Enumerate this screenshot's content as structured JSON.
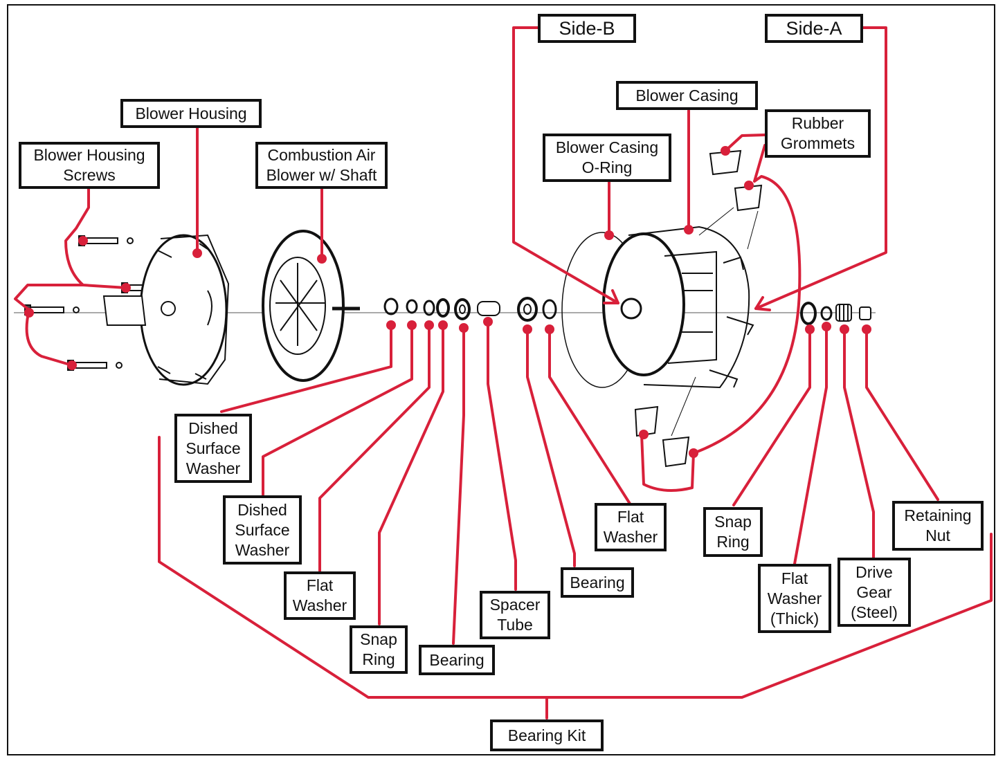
{
  "diagram": {
    "leader_color": "#d8203a",
    "outline_color": "#111111",
    "labels": {
      "side_b": "Side-B",
      "side_a": "Side-A",
      "blower_housing": "Blower Housing",
      "blower_housing_screws": "Blower Housing\nScrews",
      "combustion_air_blower": "Combustion Air\nBlower w/ Shaft",
      "blower_casing": "Blower Casing",
      "blower_casing_oring": "Blower Casing\nO-Ring",
      "rubber_grommets": "Rubber\nGrommets",
      "dished_washer_1": "Dished\nSurface\nWasher",
      "dished_washer_2": "Dished\nSurface\nWasher",
      "flat_washer_1": "Flat\nWasher",
      "snap_ring_1": "Snap\nRing",
      "bearing_1": "Bearing",
      "spacer_tube": "Spacer\nTube",
      "bearing_2": "Bearing",
      "flat_washer_2": "Flat\nWasher",
      "snap_ring_2": "Snap\nRing",
      "flat_washer_thick": "Flat\nWasher\n(Thick)",
      "drive_gear": "Drive\nGear\n(Steel)",
      "retaining_nut": "Retaining\nNut",
      "bearing_kit": "Bearing Kit"
    }
  }
}
